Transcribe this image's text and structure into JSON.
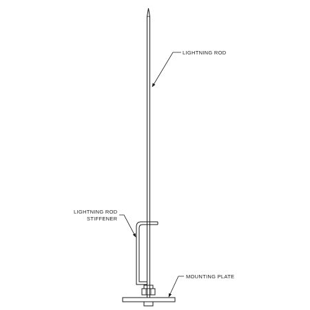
{
  "labels": {
    "lightning_rod": "LIGHTNING ROD",
    "stiffener_line1": "LIGHTNING ROD",
    "stiffener_line2": "STIFFENER",
    "mounting_plate": "MOUNTING PLATE"
  }
}
